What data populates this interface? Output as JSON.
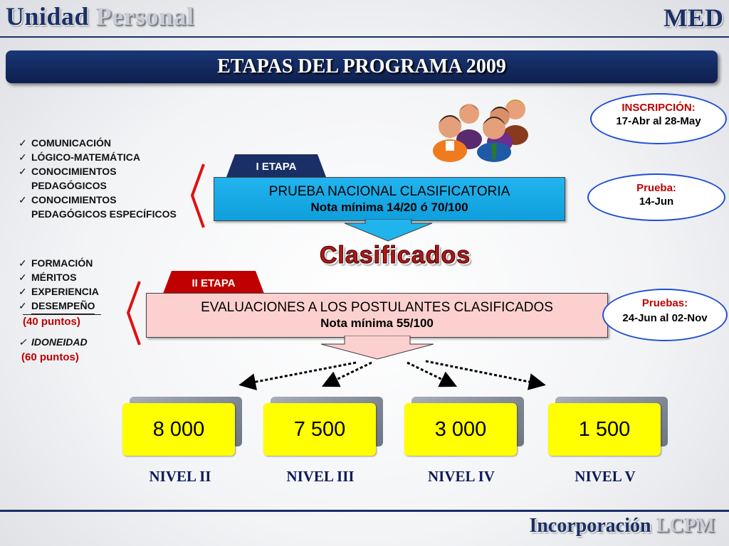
{
  "header": {
    "brand_part1": "Unidad",
    "brand_part2": "Personal",
    "brand_right": "MED"
  },
  "title": "ETAPAS DEL PROGRAMA 2009",
  "list1": [
    "COMUNICACIÓN",
    "LÓGICO-MATEMÁTICA",
    "CONOCIMIENTOS PEDAGÓGICOS",
    "CONOCIMIENTOS PEDAGÓGICOS ESPECÍFICOS"
  ],
  "list2": {
    "items": [
      "FORMACIÓN",
      "MÉRITOS",
      "EXPERIENCIA",
      "DESEMPEÑO"
    ],
    "points1": "(40 puntos)",
    "item_last": "IDONEIDAD",
    "points2": "(60 puntos)"
  },
  "etapa1": {
    "tab": "I ETAPA",
    "line1": "PRUEBA NACIONAL CLASIFICATORIA",
    "line2": "Nota mínima 14/20 ó 70/100"
  },
  "clasificados": "Clasificados",
  "etapa2": {
    "tab": "II ETAPA",
    "line1": "EVALUACIONES A LOS POSTULANTES CLASIFICADOS",
    "line2": "Nota mínima 55/100"
  },
  "ovals": {
    "inscripcion": {
      "label": "INSCRIPCIÓN:",
      "value": "17-Abr al 28-May"
    },
    "prueba": {
      "label": "Prueba:",
      "value": "14-Jun"
    },
    "pruebas": {
      "label": "Pruebas:",
      "value": "24-Jun al 02-Nov"
    }
  },
  "levels": [
    {
      "value": "8 000",
      "label": "NIVEL II"
    },
    {
      "value": "7 500",
      "label": "NIVEL III"
    },
    {
      "value": "3 000",
      "label": "NIVEL IV"
    },
    {
      "value": "1 500",
      "label": "NIVEL V"
    }
  ],
  "footer": {
    "part1": "Incorporación",
    "part2": "LCPM"
  },
  "colors": {
    "navy": "#1a2f66",
    "red": "#c00000",
    "cyan": "#0e9fdc",
    "pink": "#fdd0d0",
    "yellow": "#ffff00",
    "oval_border": "#1f4fd6"
  }
}
